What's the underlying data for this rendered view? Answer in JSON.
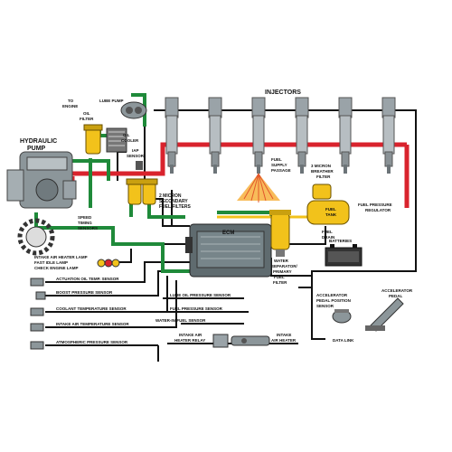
{
  "labels": {
    "injectors": "INJECTORS",
    "hydraulic_pump_1": "HYDRAULIC",
    "hydraulic_pump_2": "PUMP",
    "to_engine_1": "TO",
    "to_engine_2": "ENGINE",
    "lube_pump": "LUBE PUMP",
    "oil_filter_1": "OIL",
    "oil_filter_2": "FILTER",
    "oil_cooler_1": "OIL",
    "oil_cooler_2": "COOLER",
    "iap_sensor_1": "IAP",
    "iap_sensor_2": "SENSOR",
    "secondary_filters_1": "2 MICRON",
    "secondary_filters_2": "SECONDARY",
    "secondary_filters_3": "FUEL FILTERS",
    "fuel_supply_1": "FUEL",
    "fuel_supply_2": "SUPPLY",
    "fuel_supply_3": "PASSAGE",
    "breather_1": "3 MICRON",
    "breather_2": "BREATHER",
    "breather_3": "FILTER",
    "fuel_tank_1": "FUEL",
    "fuel_tank_2": "TANK",
    "fuel_pressure_regulator_1": "FUEL PRESSURE",
    "fuel_pressure_regulator_2": "REGULATOR",
    "speed_timing_1": "SPEED",
    "speed_timing_2": "TIMING",
    "speed_timing_3": "SENSORS",
    "ecm": "ECM",
    "fuel_drain_1": "FUEL",
    "fuel_drain_2": "DRAIN",
    "batteries": "BATTERIES",
    "lamp_1": "INTAKE AIR HEATER LAMP",
    "lamp_2": "FAST IDLE LAMP",
    "lamp_3": "CHECK ENGINE LAMP",
    "water_sep_1": "WATER",
    "water_sep_2": "SEPARATOR/",
    "water_sep_3": "PRIMARY",
    "water_sep_4": "FUEL",
    "water_sep_5": "FILTER",
    "actuation_oil_temp": "ACTUATION OIL TEMP. SENSOR",
    "boost_pressure": "BOOST PRESSURE SENSOR",
    "lube_oil_pressure": "LUBE OIL PRESSURE SENSOR",
    "coolant_temp": "COOLANT TEMPERATURE SENSOR",
    "fuel_pressure_sensor": "FUEL PRESSURE SENSOR",
    "intake_air_temp": "INTAKE AIR TEMPERATURE SENSOR",
    "water_in_fuel": "WATER-IN-FUEL SENSOR",
    "intake_air_heater_relay_1": "INTAKE AIR",
    "intake_air_heater_relay_2": "HEATER RELAY",
    "intake_air_heater_1": "INTAKE",
    "intake_air_heater_2": "AIR HEATER",
    "atmospheric_pressure": "ATMOSPHERIC PRESSURE SENSOR",
    "accel_pos_1": "ACCELERATOR",
    "accel_pos_2": "PEDAL POSITION",
    "accel_pos_3": "SENSOR",
    "accel_pedal_1": "ACCELERATOR",
    "accel_pedal_2": "PEDAL",
    "data_link": "DATA LINK"
  },
  "colors": {
    "fuel_line": "#d9232d",
    "oil_line": "#1f8a3a",
    "fuel_yellow": "#f2c21b",
    "wire": "#111111",
    "injector_body": "#9aa3a8",
    "module": "#5f6b6f"
  }
}
